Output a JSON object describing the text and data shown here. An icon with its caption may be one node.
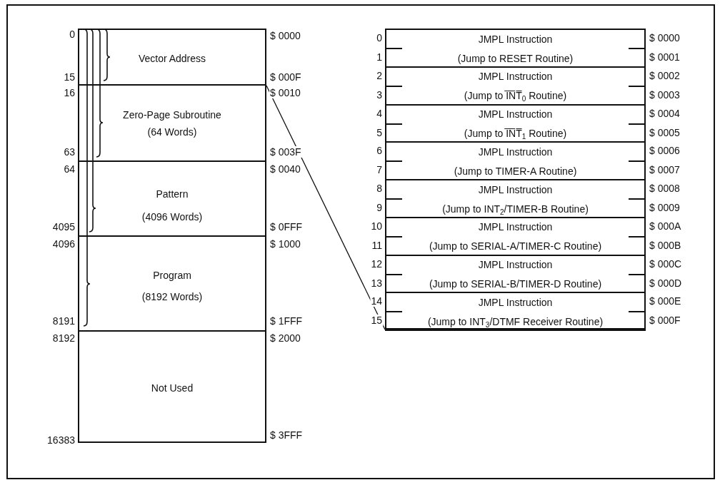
{
  "diagram": {
    "nodes": [
      {
        "text": [
          "Vector Address"
        ]
      },
      {
        "text": [
          "Zero-Page Subroutine",
          "(64 Words)"
        ]
      },
      {
        "text": [
          "Pattern",
          "(4096 Words)"
        ]
      },
      {
        "text": [
          "Program",
          "(8192 Words)"
        ]
      },
      {
        "text": [
          "Not Used"
        ]
      },
      {
        "text": [],
        "shape": "box"
      },
      {
        "text": [
          "JMPL Instruction",
          "(Jump to RESET Routine)"
        ],
        "in": 5
      },
      {
        "text": [
          "JMPL Instruction",
          "(Jump to I̅N̅T̅$_{0}$ Routine)"
        ],
        "in": 5
      },
      {
        "text": [
          "JMPL Instruction",
          "(Jump to I̅N̅T̅$_{1}$ Routine)"
        ],
        "in": 5
      },
      {
        "text": [
          "JMPL Instruction",
          "(Jump to TIMER-A Routine)"
        ],
        "in": 5
      },
      {
        "text": [
          "JMPL Instruction",
          "(Jump to INT$_{2}$/TIMER-B Routine)"
        ],
        "in": 5
      },
      {
        "text": [
          "JMPL Instruction",
          "(Jump to SERIAL-A/TIMER-C Routine)"
        ],
        "in": 5
      },
      {
        "text": [
          "JMPL Instruction",
          "(Jump to SERIAL-B/TIMER-D Routine)"
        ],
        "in": 5
      },
      {
        "text": [
          "JMPL Instruction",
          "(Jump to INT$_{3}$/DTMF Receiver Routine)"
        ],
        "in": 5
      }
    ],
    "edges": [
      {
        "from": 0,
        "to": 5,
        "arrow": "none"
      }
    ],
    "labels": [
      "0",
      "15",
      "16",
      "63",
      "64",
      "4095",
      "4096",
      "8191",
      "8192",
      "16383",
      "$ 0000",
      "$ 000F",
      "$ 0010",
      "$ 003F",
      "$ 0040",
      "$ 0FFF",
      "$ 1000",
      "$ 1FFF",
      "$ 2000",
      "$ 3FFF",
      "0",
      "1",
      "2",
      "3",
      "4",
      "5",
      "6",
      "7",
      "8",
      "9",
      "10",
      "11",
      "12",
      "13",
      "14",
      "15",
      "$ 0000",
      "$ 0001",
      "$ 0002",
      "$ 0003",
      "$ 0004",
      "$ 0005",
      "$ 0006",
      "$ 0007",
      "$ 0008",
      "$ 0009",
      "$ 000A",
      "$ 000B",
      "$ 000C",
      "$ 000D",
      "$ 000E",
      "$ 000F"
    ]
  }
}
